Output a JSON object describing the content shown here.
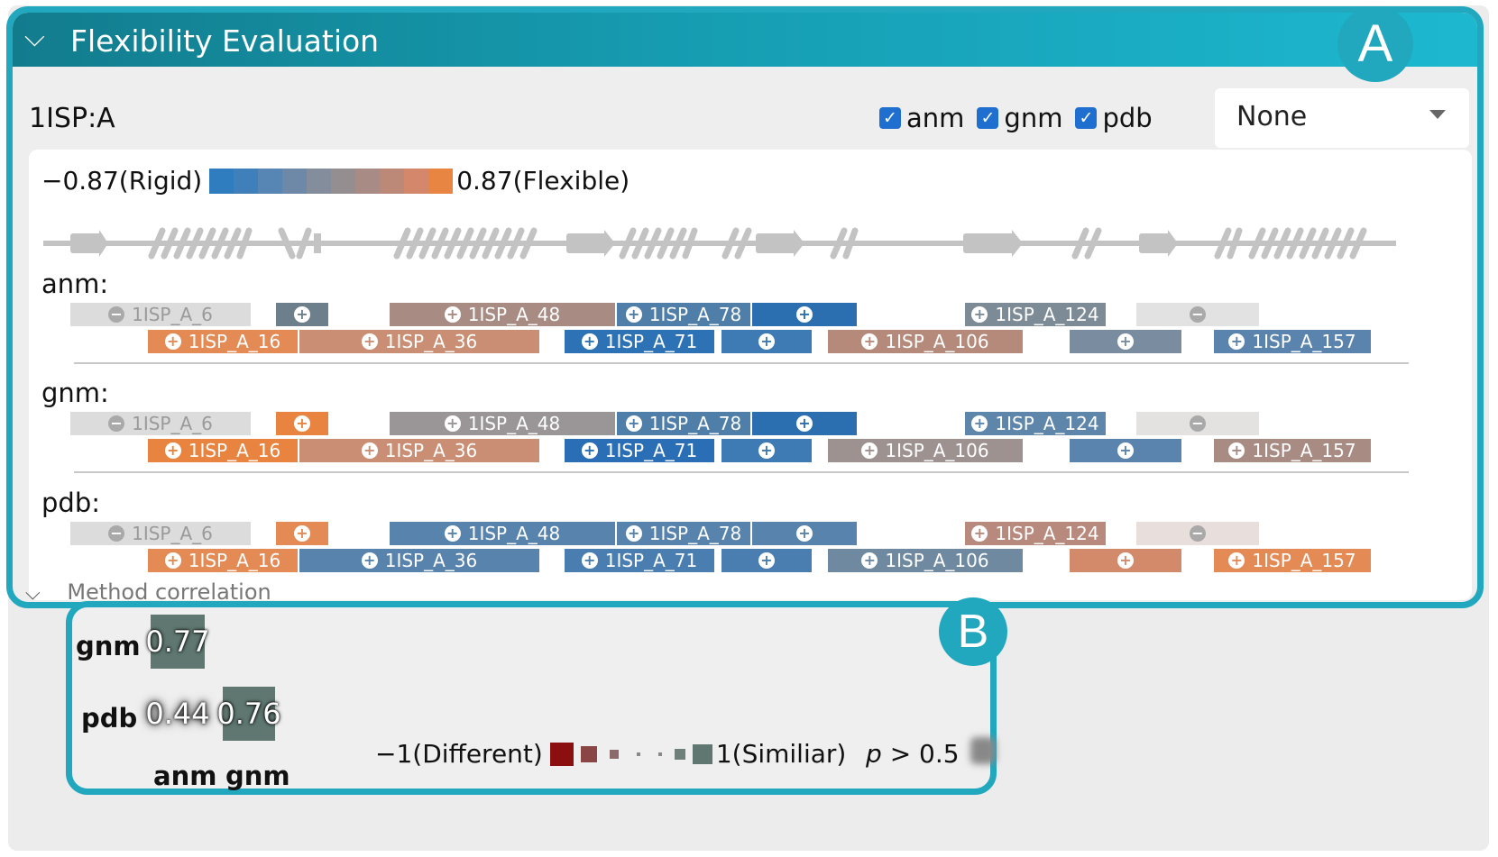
{
  "panel_a": {
    "title": "Flexibility Evaluation",
    "badge": "A",
    "protein_id": "1ISP:A",
    "checkboxes": [
      {
        "label": "anm",
        "checked": true
      },
      {
        "label": "gnm",
        "checked": true
      },
      {
        "label": "pdb",
        "checked": true
      }
    ],
    "dropdown_value": "None",
    "legend": {
      "min_label": "−0.87(Rigid)",
      "max_label": "0.87(Flexible)",
      "colors": [
        "#2f7cbf",
        "#3f80ba",
        "#5886b4",
        "#6e89a8",
        "#838d9c",
        "#958e91",
        "#a88b85",
        "#bc8979",
        "#d4876a",
        "#e98543"
      ]
    },
    "methods": [
      {
        "label": "anm:",
        "row1": [
          {
            "text": "1ISP_A_6",
            "color": "#dcdcdc",
            "icon": "minus",
            "dim": true
          },
          {
            "text": "",
            "color": "#6e7f8c",
            "icon": "plus"
          },
          {
            "text": "1ISP_A_48",
            "color": "#a88b83",
            "icon": "plus"
          },
          {
            "text": "1ISP_A_78",
            "color": "#4f7ea8",
            "icon": "plus"
          },
          {
            "text": "",
            "color": "#2c6fb1",
            "icon": "plus"
          },
          {
            "text": "1ISP_A_124",
            "color": "#7d8b96",
            "icon": "plus"
          },
          {
            "text": "",
            "color": "#e2e2e2",
            "icon": "minus",
            "dim": true
          }
        ],
        "row2": [
          {
            "text": "1ISP_A_16",
            "color": "#e38a55",
            "icon": "plus"
          },
          {
            "text": "1ISP_A_36",
            "color": "#c98e73",
            "icon": "plus"
          },
          {
            "text": "1ISP_A_71",
            "color": "#2e72b6",
            "icon": "plus"
          },
          {
            "text": "",
            "color": "#3e7ab3",
            "icon": "plus"
          },
          {
            "text": "1ISP_A_106",
            "color": "#b58a7b",
            "icon": "plus"
          },
          {
            "text": "",
            "color": "#7a8da0",
            "icon": "plus"
          },
          {
            "text": "1ISP_A_157",
            "color": "#5a84ad",
            "icon": "plus"
          }
        ]
      },
      {
        "label": "gnm:",
        "row1": [
          {
            "text": "1ISP_A_6",
            "color": "#dcdcdc",
            "icon": "minus",
            "dim": true
          },
          {
            "text": "",
            "color": "#e8843f",
            "icon": "plus"
          },
          {
            "text": "1ISP_A_48",
            "color": "#9a9596",
            "icon": "plus"
          },
          {
            "text": "1ISP_A_78",
            "color": "#4f7ea8",
            "icon": "plus"
          },
          {
            "text": "",
            "color": "#2c6fb1",
            "icon": "plus"
          },
          {
            "text": "1ISP_A_124",
            "color": "#5e86ab",
            "icon": "plus"
          },
          {
            "text": "",
            "color": "#e4e2e0",
            "icon": "minus",
            "dim": true
          }
        ],
        "row2": [
          {
            "text": "1ISP_A_16",
            "color": "#e8843f",
            "icon": "plus"
          },
          {
            "text": "1ISP_A_36",
            "color": "#c98e73",
            "icon": "plus"
          },
          {
            "text": "1ISP_A_71",
            "color": "#2a6fb6",
            "icon": "plus"
          },
          {
            "text": "",
            "color": "#3e7ab3",
            "icon": "plus"
          },
          {
            "text": "1ISP_A_106",
            "color": "#9e9291",
            "icon": "plus"
          },
          {
            "text": "",
            "color": "#5a84ad",
            "icon": "plus"
          },
          {
            "text": "1ISP_A_157",
            "color": "#a88b83",
            "icon": "plus"
          }
        ]
      },
      {
        "label": "pdb:",
        "row1": [
          {
            "text": "1ISP_A_6",
            "color": "#dcdcdc",
            "icon": "minus",
            "dim": true
          },
          {
            "text": "",
            "color": "#e38a55",
            "icon": "plus"
          },
          {
            "text": "1ISP_A_48",
            "color": "#5883ad",
            "icon": "plus"
          },
          {
            "text": "1ISP_A_78",
            "color": "#5883ad",
            "icon": "plus"
          },
          {
            "text": "",
            "color": "#5883ad",
            "icon": "plus"
          },
          {
            "text": "1ISP_A_124",
            "color": "#b88a7d",
            "icon": "plus"
          },
          {
            "text": "",
            "color": "#e8dedb",
            "icon": "minus",
            "dim": true
          }
        ],
        "row2": [
          {
            "text": "1ISP_A_16",
            "color": "#e38a55",
            "icon": "plus"
          },
          {
            "text": "1ISP_A_36",
            "color": "#5883ad",
            "icon": "plus"
          },
          {
            "text": "1ISP_A_71",
            "color": "#4a7eb0",
            "icon": "plus"
          },
          {
            "text": "",
            "color": "#4a7eb0",
            "icon": "plus"
          },
          {
            "text": "1ISP_A_106",
            "color": "#6e89a0",
            "icon": "plus"
          },
          {
            "text": "",
            "color": "#d38a6b",
            "icon": "plus"
          },
          {
            "text": "1ISP_A_157",
            "color": "#e38a55",
            "icon": "plus"
          }
        ]
      }
    ]
  },
  "method_correlation": {
    "title": "Method correlation",
    "badge": "B",
    "rows": [
      "gnm",
      "pdb"
    ],
    "cols": [
      "anm",
      "gnm"
    ],
    "values": {
      "gnm_anm": "0.77",
      "pdb_anm": "0.44",
      "pdb_gnm": "0.76"
    },
    "legend_min": "−1(Different)",
    "legend_max": "1(Similiar)",
    "pvalue_symbol": "p",
    "pvalue_rest": "> 0.5"
  }
}
